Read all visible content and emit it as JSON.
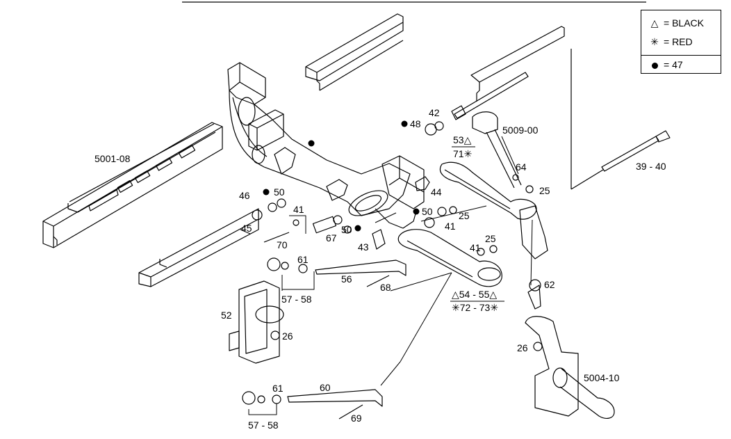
{
  "legend": {
    "black": {
      "symbol": "△",
      "text": "= BLACK"
    },
    "red": {
      "symbol": "✳",
      "text": "= RED"
    },
    "dot": {
      "text": "= 47"
    }
  },
  "labels": {
    "l5001": "5001-08",
    "l5009": "5009-00",
    "l3940": "39 - 40",
    "l46": "46",
    "l50a": "50",
    "l41a": "41",
    "l45": "45",
    "l70": "70",
    "l67": "67",
    "l50b": "50",
    "l43": "43",
    "l50c": "50",
    "l41b": "41",
    "l25a": "25",
    "l44": "44",
    "l48": "48",
    "l42": "42",
    "l53": "53△",
    "l71": "71✳",
    "l64": "64",
    "l25b": "25",
    "l41c": "41",
    "l25c": "25",
    "l61a": "61",
    "l56": "56",
    "l68": "68",
    "l5758a": "57 - 58",
    "l5455": "△54 - 55△",
    "l7273": "✳72 - 73✳",
    "l62": "62",
    "l52": "52",
    "l26a": "26",
    "l26b": "26",
    "l5004": "5004-10",
    "l61b": "61",
    "l60": "60",
    "l69": "69",
    "l5758b": "57 - 58"
  }
}
